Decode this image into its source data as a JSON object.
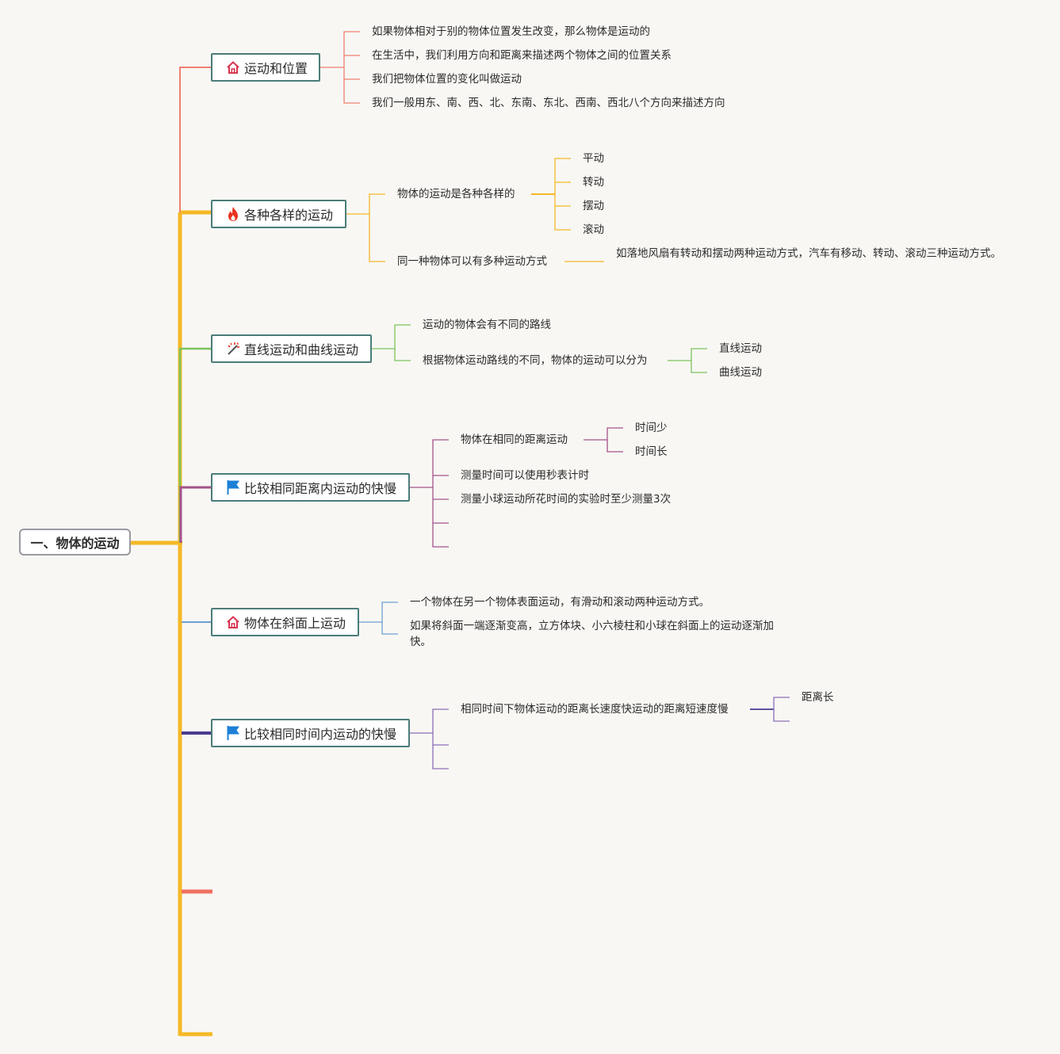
{
  "root": {
    "label": "一、物体的运动"
  },
  "branches": [
    {
      "label": "运动和位置",
      "icon": "house-icon",
      "color": "#f08070",
      "children": [
        "如果物体相对于别的物体位置发生改变，那么物体是运动的",
        "在生活中，我们利用方向和距离来描述两个物体之间的位置关系",
        "我们把物体位置的变化叫做运动",
        "我们一般用东、南、西、北、东南、东北、西南、西北八个方向来描述方向"
      ]
    },
    {
      "label": "各种各样的运动",
      "icon": "fire-icon",
      "color": "#f5b826",
      "children": [
        {
          "label": "物体的运动是各种各样的",
          "children": [
            "平动",
            "转动",
            "摆动",
            "滚动"
          ]
        },
        {
          "label": "同一种物体可以有多种运动方式",
          "children": [
            "如落地风扇有转动和摆动两种运动方式，汽车有移动、转动、滚动三种运动方式。"
          ]
        }
      ]
    },
    {
      "label": "直线运动和曲线运动",
      "icon": "magic-wand-icon",
      "color": "#7cc45a",
      "children": [
        {
          "label": "运动的物体会有不同的路线"
        },
        {
          "label": "根据物体运动路线的不同，物体的运动可以分为",
          "children": [
            "直线运动",
            "曲线运动"
          ]
        }
      ]
    },
    {
      "label": "比较相同距离内运动的快慢",
      "icon": "flag-icon",
      "color": "#a4528a",
      "children": [
        {
          "label": "物体在相同的距离运动",
          "children": [
            "时间少",
            "时间长"
          ]
        },
        {
          "label": "测量时间可以使用秒表计时"
        },
        {
          "label": "测量小球运动所花时间的实验时至少测量3次"
        }
      ]
    },
    {
      "label": "物体在斜面上运动",
      "icon": "house-icon",
      "color": "#6f9fd0",
      "children": [
        "一个物体在另一个物体表面运动，有滑动和滚动两种运动方式。",
        "如果将斜面一端逐渐变高，立方体块、小六棱柱和小球在斜面上的运动逐渐加快。"
      ]
    },
    {
      "label": "比较相同时间内运动的快慢",
      "icon": "flag-icon",
      "color": "#4a3b8f",
      "children": [
        {
          "label": "相同时间下物体运动的距离长速度快运动的距离短速度慢",
          "children": [
            "距离长"
          ]
        }
      ]
    }
  ],
  "colors": {
    "trunk": "#f5b826",
    "branch_border": "#4b7c7a",
    "stub_red": "#f07060"
  }
}
